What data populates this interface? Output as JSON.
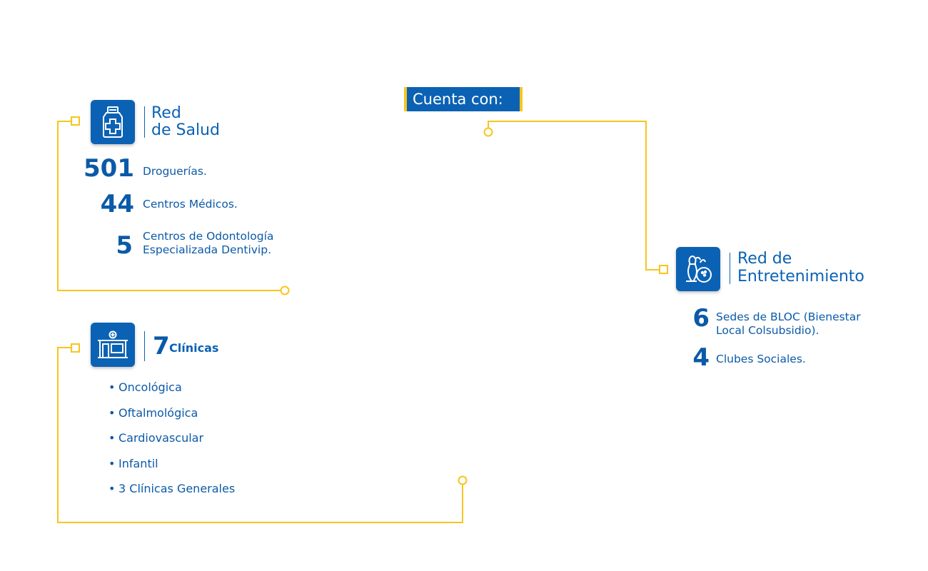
{
  "header": {
    "badge": "Cuenta con:"
  },
  "salud": {
    "title_line1": "Red",
    "title_line2": "de Salud",
    "icon": "medicine-bottle-icon",
    "stats": [
      {
        "number": "501",
        "label": "Droguerías."
      },
      {
        "number": "44",
        "label": "Centros Médicos."
      },
      {
        "number": "5",
        "label_line1": "Centros de Odontología",
        "label_line2": "Especializada Dentivip."
      }
    ]
  },
  "clinicas": {
    "number": "7",
    "label": "Clínicas",
    "icon": "clinic-building-icon",
    "items": [
      "Oncológica",
      "Oftalmológica",
      "Cardiovascular",
      "Infantil",
      "3 Clínicas Generales"
    ]
  },
  "entretenimiento": {
    "title_line1": "Red de",
    "title_line2": "Entretenimiento",
    "icon": "bowling-icon",
    "stats": [
      {
        "number": "6",
        "label_line1": "Sedes de BLOC (Bienestar",
        "label_line2": "Local Colsubsidio)."
      },
      {
        "number": "4",
        "label": "Clubes Sociales."
      }
    ]
  },
  "colors": {
    "primary": "#0b62b4",
    "text": "#0b5aa8",
    "accent": "#f7c51e"
  }
}
